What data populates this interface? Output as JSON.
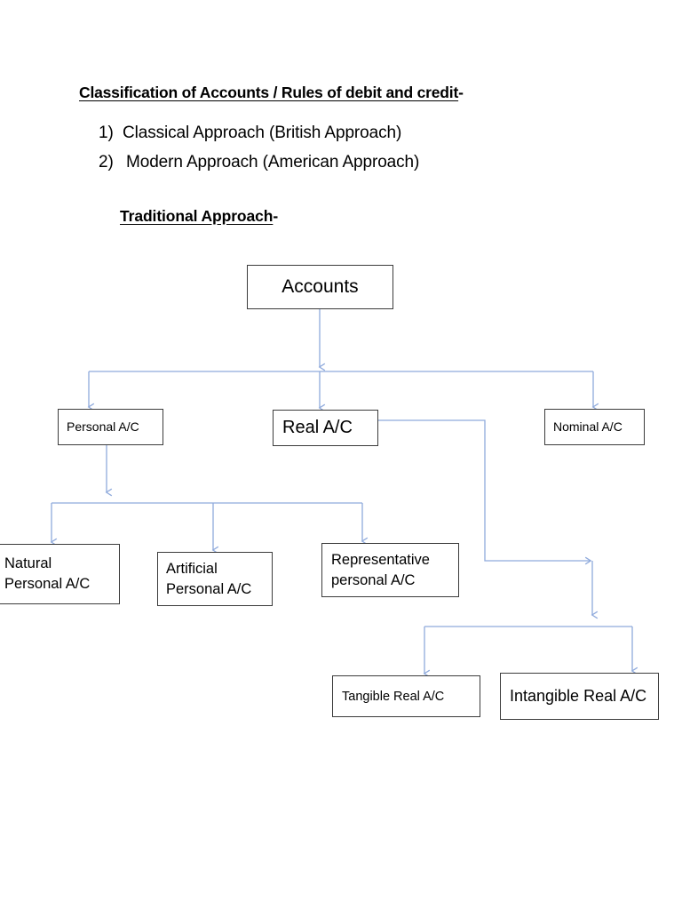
{
  "document": {
    "title_main": "Classification of Accounts / Rules of debit and credit",
    "title_tail": "-",
    "list": [
      {
        "marker": "1)",
        "text": "Classical Approach (British Approach)"
      },
      {
        "marker": "2)",
        "text": "Modern Approach (American Approach)"
      }
    ],
    "section_title_main": "Traditional Approach",
    "section_title_tail": "-"
  },
  "colors": {
    "connector": "#8faadc",
    "node_border": "#3b3b3b",
    "text": "#000000",
    "background": "#ffffff"
  },
  "diagram": {
    "type": "tree",
    "root": "Accounts",
    "nodes": [
      {
        "id": "accounts",
        "label": "Accounts",
        "level": 0
      },
      {
        "id": "personal",
        "label": "Personal A/C",
        "level": 1
      },
      {
        "id": "real",
        "label": "Real A/C",
        "level": 1
      },
      {
        "id": "nominal",
        "label": "Nominal A/C",
        "level": 1
      },
      {
        "id": "natural",
        "label": "Natural\nPersonal A/C",
        "level": 2
      },
      {
        "id": "artificial",
        "label": "Artificial\nPersonal A/C",
        "level": 2
      },
      {
        "id": "representative",
        "label": "Representative\npersonal A/C",
        "level": 2
      },
      {
        "id": "tangible",
        "label": "Tangible Real A/C",
        "level": 2
      },
      {
        "id": "intangible",
        "label": "Intangible Real A/C",
        "level": 2
      }
    ],
    "edges": [
      {
        "from": "accounts",
        "to": "personal"
      },
      {
        "from": "accounts",
        "to": "real"
      },
      {
        "from": "accounts",
        "to": "nominal"
      },
      {
        "from": "personal",
        "to": "natural"
      },
      {
        "from": "personal",
        "to": "artificial"
      },
      {
        "from": "personal",
        "to": "representative"
      },
      {
        "from": "real",
        "to": "tangible"
      },
      {
        "from": "real",
        "to": "intangible"
      }
    ]
  }
}
